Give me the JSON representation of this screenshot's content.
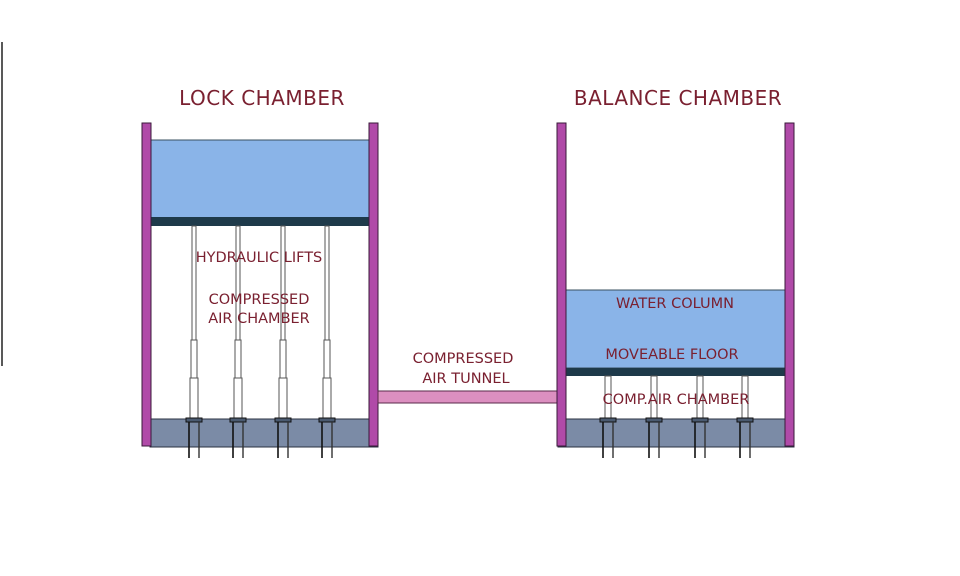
{
  "lock_chamber": {
    "title": "LOCK CHAMBER",
    "labels": {
      "lifts": "HYDRAULIC LIFTS",
      "air_line1": "COMPRESSED",
      "air_line2": "AIR CHAMBER"
    },
    "lift_count": 4
  },
  "balance_chamber": {
    "title": "BALANCE CHAMBER",
    "labels": {
      "water": "WATER COLUMN",
      "floor": "MOVEABLE FLOOR",
      "air": "COMP.AIR CHAMBER"
    },
    "lift_count": 4
  },
  "tunnel": {
    "line1": "COMPRESSED",
    "line2": "AIR TUNNEL"
  },
  "colors": {
    "wall": "#b04aa8",
    "water": "#8ab4e8",
    "floor": "#1e3a4a",
    "base": "#7b8ba6",
    "tunnel": "#dc8fc0",
    "text": "#7a2030"
  }
}
